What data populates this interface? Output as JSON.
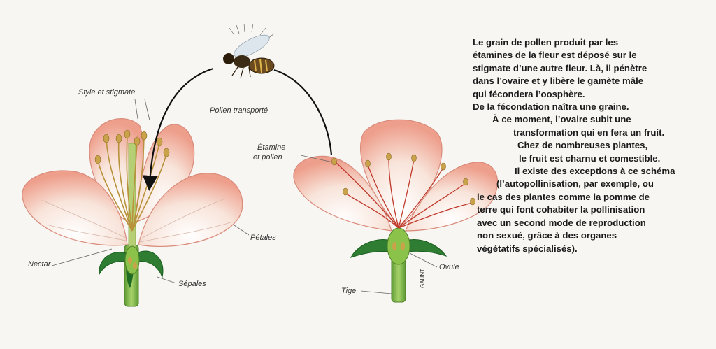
{
  "labels": {
    "style_stigmate": "Style et stigmate",
    "pollen_transporte": "Pollen transporté",
    "etamine_pollen_1": "Étamine",
    "etamine_pollen_2": "et pollen",
    "petales": "Pétales",
    "nectar": "Nectar",
    "sepales": "Sépales",
    "ovule": "Ovule",
    "tige": "Tige",
    "signature": "GAUNT"
  },
  "caption": {
    "lines": [
      "Le grain de pollen produit par les",
      "étamines de la fleur est déposé sur le",
      "stigmate d’une autre fleur. Là, il pénètre",
      "dans l’ovaire et y libère le gamète mâle",
      "qui fécondera l’oosphère.",
      "De la fécondation naîtra une graine.",
      "À ce moment, l’ovaire subit une",
      "transformation qui en fera un fruit.",
      "Chez de nombreuses plantes,",
      "le fruit est charnu et comestible.",
      "Il existe des exceptions à ce schéma",
      "(l’autopollinisation, par exemple, ou",
      "le cas des plantes comme la pomme de",
      "terre qui font cohabiter la pollinisation",
      "avec un second mode de reproduction",
      "non sexué, grâce à des organes",
      "végétatifs spécialisés)."
    ]
  },
  "colors": {
    "background": "#f7f6f2",
    "petal_fill": "#f6dccf",
    "petal_edge": "#e08a7a",
    "stem_green": "#7cb342",
    "sepal_green": "#2e7d32",
    "stamen": "#c9a24a",
    "insect": "#3b2a14"
  }
}
